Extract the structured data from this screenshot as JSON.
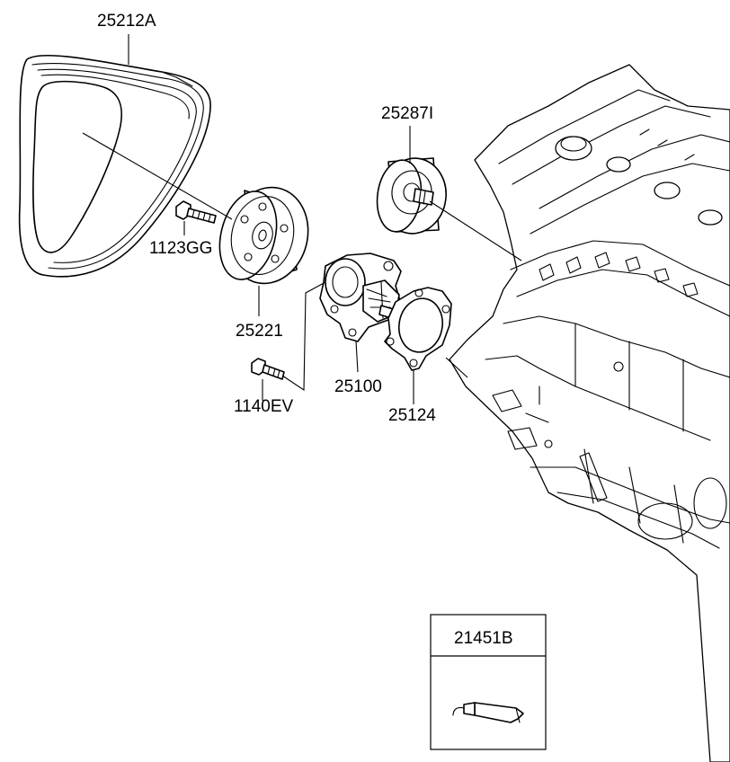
{
  "labels": {
    "belt": "25212A",
    "idler_pulley": "25287I",
    "pulley_bolt": "1123GG",
    "water_pump_pulley": "25221",
    "water_pump": "25100",
    "pump_bolt": "1140EV",
    "gasket": "25124",
    "sealant": "21451B"
  },
  "icons": {
    "sealant_tube": "sealant-tube-icon"
  }
}
